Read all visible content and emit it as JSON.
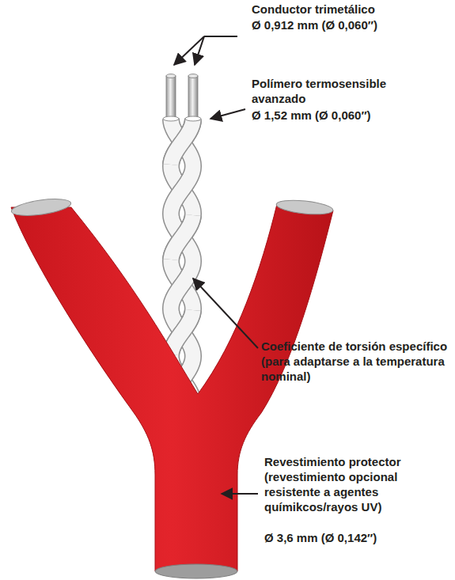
{
  "diagram": {
    "labels": [
      "Conductor trimetálico",
      "Ø 0,912 mm (Ø 0,060″)",
      "Polímero termosensible avanzado",
      "Ø 1,52 mm (Ø 0,060″)",
      "Coeficiente de torsión específico (para adaptarse a la temperatura nominal)",
      "Revestimiento protector (revestimiento opcional resistente a agentes químikcos/rayos UV)",
      "Ø 3,6 mm (Ø 0,142″)"
    ]
  }
}
